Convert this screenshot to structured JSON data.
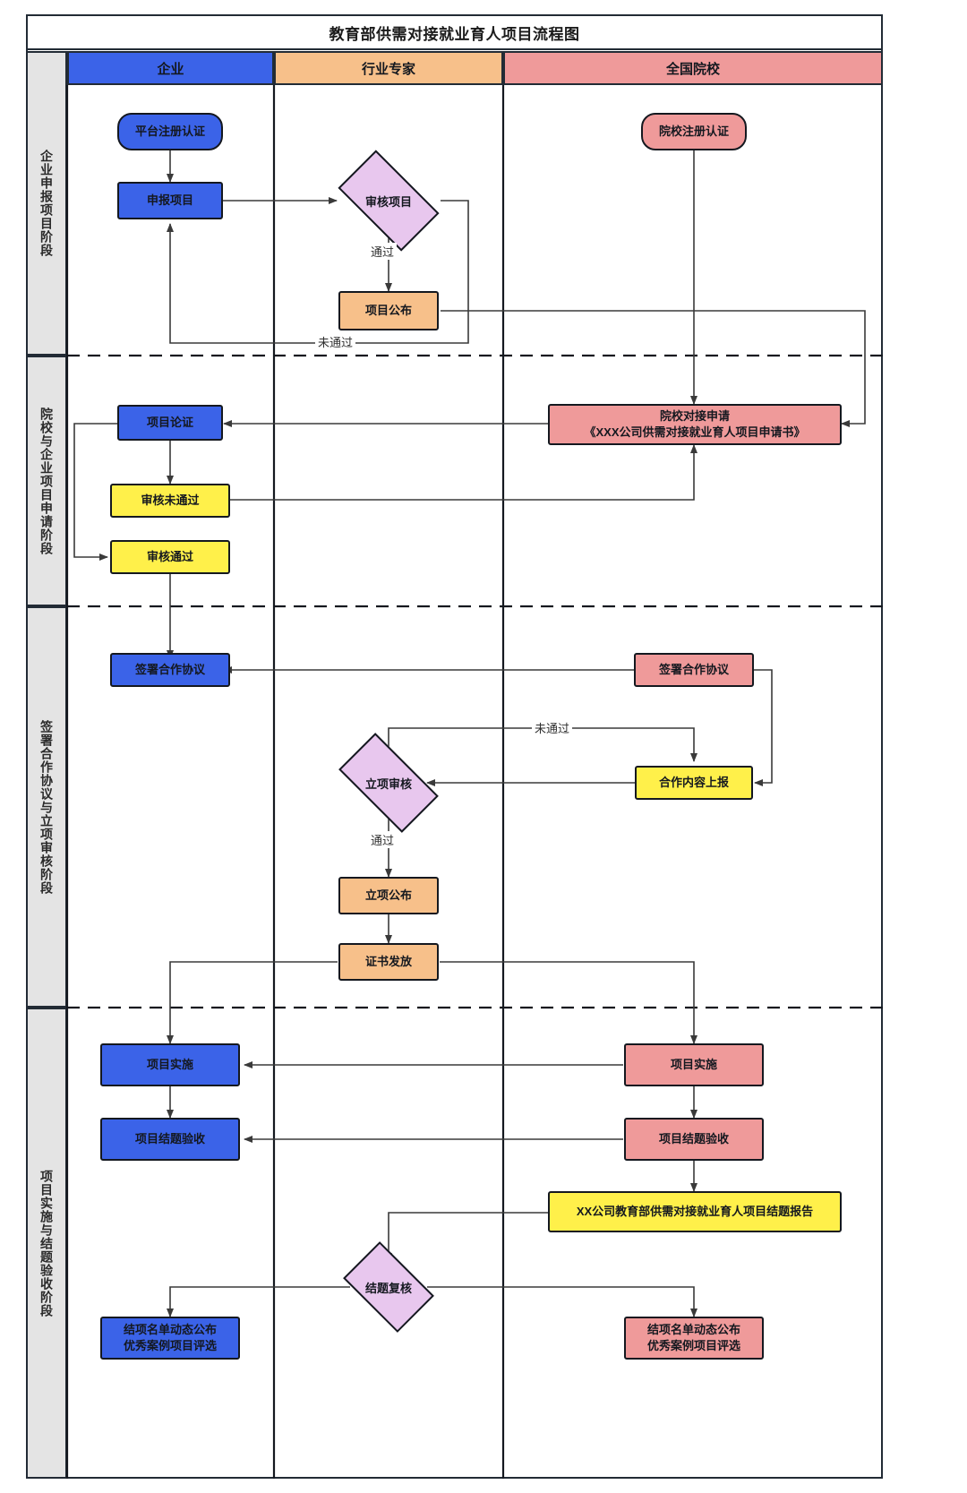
{
  "title": "教育部供需对接就业育人项目流程图",
  "columns": [
    {
      "key": "enterprise",
      "label": "企业",
      "color": "#3b63e8"
    },
    {
      "key": "expert",
      "label": "行业专家",
      "color": "#f7c08a"
    },
    {
      "key": "schools",
      "label": "全国院校",
      "color": "#ef9a9a"
    }
  ],
  "lanes": [
    {
      "key": "stage1",
      "label": "企业申报项目阶段"
    },
    {
      "key": "stage2",
      "label": "院校与企业项目申请阶段"
    },
    {
      "key": "stage3",
      "label": "签署合作协议与立项审核阶段"
    },
    {
      "key": "stage4",
      "label": "项目实施与结题验收阶段"
    }
  ],
  "nodes": {
    "n01": "平台注册认证",
    "n02": "申报项目",
    "n03": "审核项目",
    "n04": "项目公布",
    "n05": "院校注册认证",
    "n06": "项目论证",
    "n07": "审核未通过",
    "n08": "审核通过",
    "n09l1": "院校对接申请",
    "n09l2": "《XXX公司供需对接就业育人项目申请书》",
    "n10": "签署合作协议",
    "n11": "签署合作协议",
    "n12": "立项审核",
    "n13": "合作内容上报",
    "n14": "立项公布",
    "n15": "证书发放",
    "n16": "项目实施",
    "n17": "项目实施",
    "n18": "项目结题验收",
    "n19": "项目结题验收",
    "n20": "XX公司教育部供需对接就业育人项目结题报告",
    "n21": "结题复核",
    "n22l1": "结项名单动态公布",
    "n22l2": "优秀案例项目评选",
    "n23l1": "结项名单动态公布",
    "n23l2": "优秀案例项目评选"
  },
  "edge_labels": {
    "e_pass1": "通过",
    "e_fail1": "未通过",
    "e_fail2": "未通过",
    "e_pass2": "通过"
  },
  "colors": {
    "blue": "#3b63e8",
    "orange": "#f7c08a",
    "red": "#ef9a9a",
    "yellow": "#fff04a",
    "purple": "#e8c7ee",
    "lane_bg": "#e4e4e4",
    "stroke": "#14181f",
    "connector": "#595959"
  }
}
